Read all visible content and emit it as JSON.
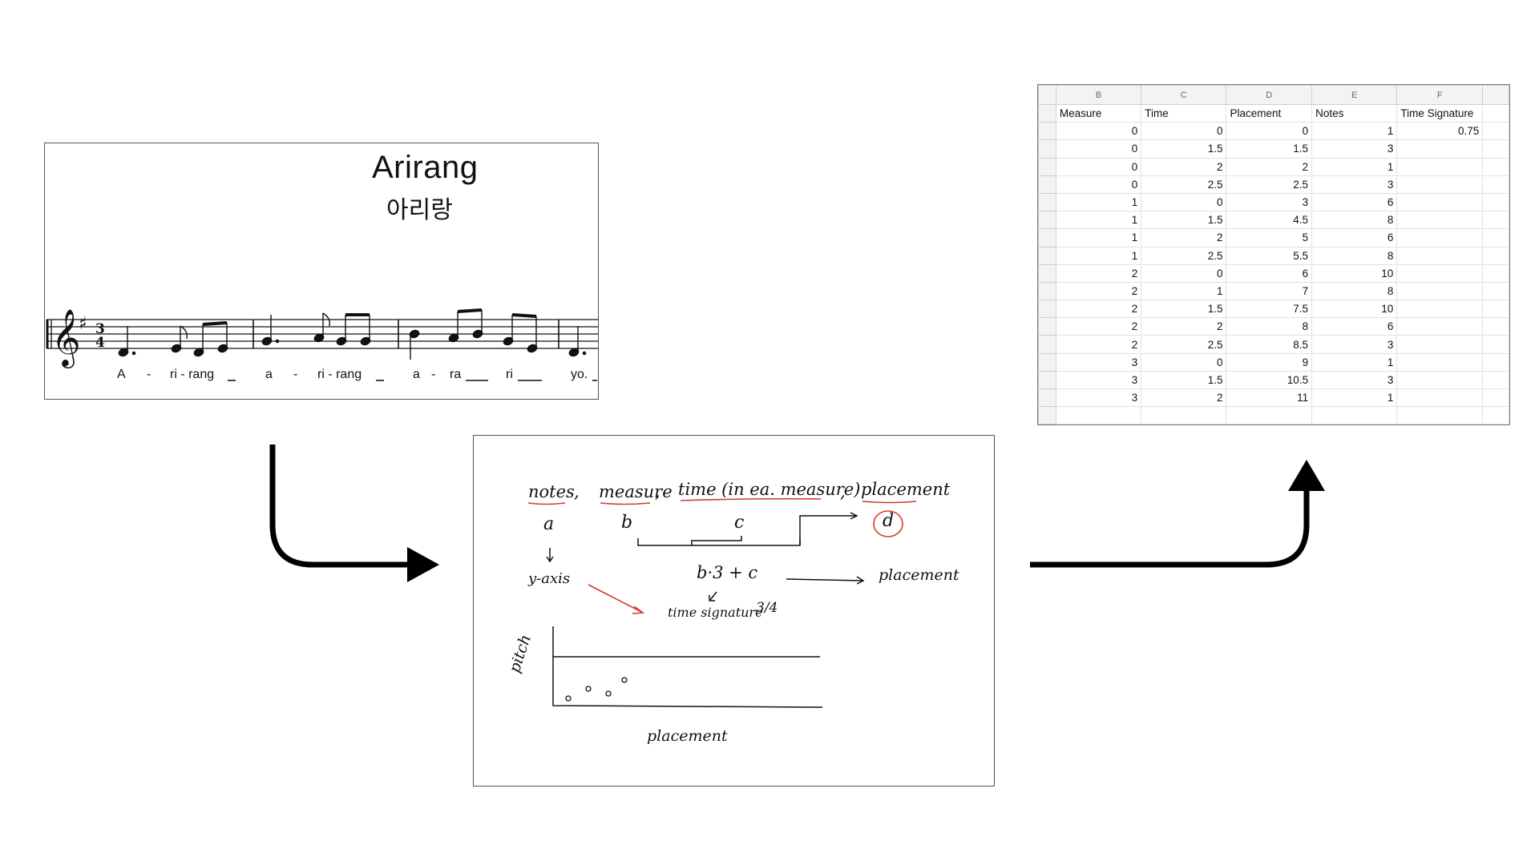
{
  "score": {
    "title_en": "Arirang",
    "title_ko": "아리랑",
    "time_sig_top": "3",
    "time_sig_bottom": "4",
    "lyrics": [
      "A",
      "-",
      "ri - rang",
      "a",
      "-",
      "ri - rang",
      "a",
      "-",
      "ra",
      "ri",
      "yo."
    ]
  },
  "notes": {
    "line1": [
      "notes",
      ",",
      "measure",
      ",",
      "time (in ea. measure)",
      ",",
      "placement"
    ],
    "letters": [
      "a",
      "b",
      "c",
      "d"
    ],
    "y_axis": "y-axis",
    "formula": "b·3 + c",
    "placement_out": "placement",
    "time_signature": "time signature",
    "ts_value": "3/4",
    "pitch": "pitch",
    "placement_axis": "placement"
  },
  "sheet": {
    "col_letters": [
      "B",
      "C",
      "D",
      "E",
      "F"
    ],
    "headers": [
      "Measure",
      "Time",
      "Placement",
      "Notes",
      "Time Signature"
    ],
    "rows": [
      [
        "0",
        "0",
        "0",
        "1",
        "0.75"
      ],
      [
        "0",
        "1.5",
        "1.5",
        "3",
        ""
      ],
      [
        "0",
        "2",
        "2",
        "1",
        ""
      ],
      [
        "0",
        "2.5",
        "2.5",
        "3",
        ""
      ],
      [
        "1",
        "0",
        "3",
        "6",
        ""
      ],
      [
        "1",
        "1.5",
        "4.5",
        "8",
        ""
      ],
      [
        "1",
        "2",
        "5",
        "6",
        ""
      ],
      [
        "1",
        "2.5",
        "5.5",
        "8",
        ""
      ],
      [
        "2",
        "0",
        "6",
        "10",
        ""
      ],
      [
        "2",
        "1",
        "7",
        "8",
        ""
      ],
      [
        "2",
        "1.5",
        "7.5",
        "10",
        ""
      ],
      [
        "2",
        "2",
        "8",
        "6",
        ""
      ],
      [
        "2",
        "2.5",
        "8.5",
        "3",
        ""
      ],
      [
        "3",
        "0",
        "9",
        "1",
        ""
      ],
      [
        "3",
        "1.5",
        "10.5",
        "3",
        ""
      ],
      [
        "3",
        "2",
        "11",
        "1",
        ""
      ]
    ]
  },
  "colors": {
    "ink": "#111111",
    "annotation_red": "#d23a2c"
  }
}
